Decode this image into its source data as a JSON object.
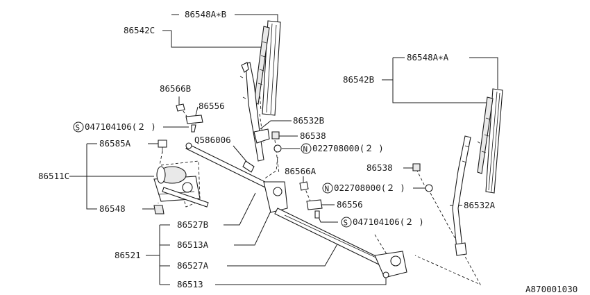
{
  "diagram_id": "A870001030",
  "labels": {
    "l86548AxB": "86548A∗B",
    "l86542C": "86542C",
    "l86548AxA": "86548A∗A",
    "l86542B": "86542B",
    "l86566B": "86566B",
    "l86556a": "86556",
    "s047a": "047104106(２ )",
    "l86532B": "86532B",
    "l86538a": "86538",
    "q586006": "Q586006",
    "n022a": "022708000(２ )",
    "l86585A": "86585A",
    "l86566A": "86566A",
    "l86538b": "86538",
    "n022b": "022708000(２ )",
    "l86511C": "86511C",
    "l86556b": "86556",
    "s047b": "047104106(２ )",
    "l86548": "86548",
    "l86532A": "86532A",
    "l86527B": "86527B",
    "l86513A": "86513A",
    "l86521": "86521",
    "l86527A": "86527A",
    "l86513": "86513"
  },
  "symbols": {
    "s": "S",
    "n": "N"
  }
}
